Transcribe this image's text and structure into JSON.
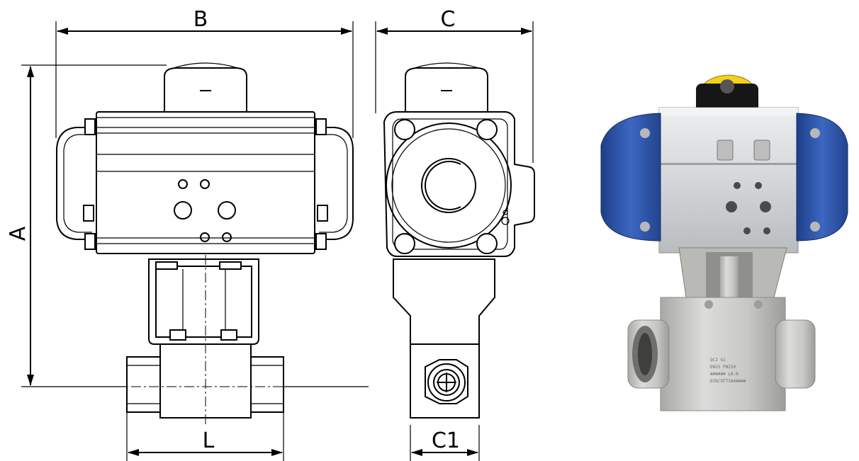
{
  "dimensions": {
    "A": "A",
    "B": "B",
    "C": "C",
    "C1": "C1",
    "L": "L"
  },
  "photo": {
    "body_marking_lines": [
      "QC2       G1",
      "DN25     PN250",
      "######      L8-N",
      "DIN/OTT3A4####"
    ],
    "colors": {
      "end_cap": "#2f56a8",
      "actuator_body": "#d6d8da",
      "indicator": "#f2d21a",
      "steel": "#c9c9c7"
    }
  }
}
